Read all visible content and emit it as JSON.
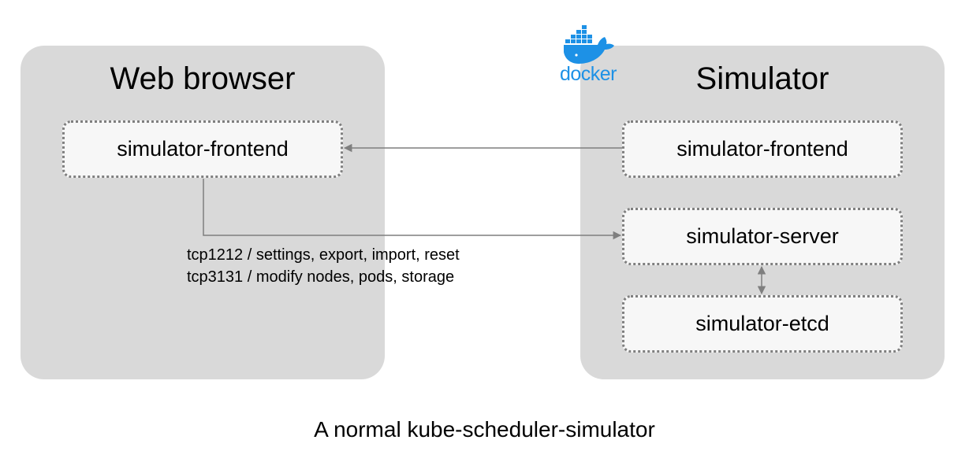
{
  "panels": {
    "browser": {
      "title": "Web browser"
    },
    "simulator": {
      "title": "Simulator"
    }
  },
  "nodes": {
    "browser_frontend": "simulator-frontend",
    "sim_frontend": "simulator-frontend",
    "sim_server": "simulator-server",
    "sim_etcd": "simulator-etcd"
  },
  "edge_labels": [
    "tcp1212 / settings, export, import, reset",
    "tcp3131 / modify nodes, pods, storage"
  ],
  "logo": {
    "icon": "docker-whale-icon",
    "text": "docker",
    "color": "#1d91e6"
  },
  "caption": "A normal kube-scheduler-simulator",
  "colors": {
    "panel": "#d9d9d9",
    "box_fill": "#f7f7f7",
    "box_border": "#7f7f7f",
    "arrow": "#7f7f7f"
  }
}
